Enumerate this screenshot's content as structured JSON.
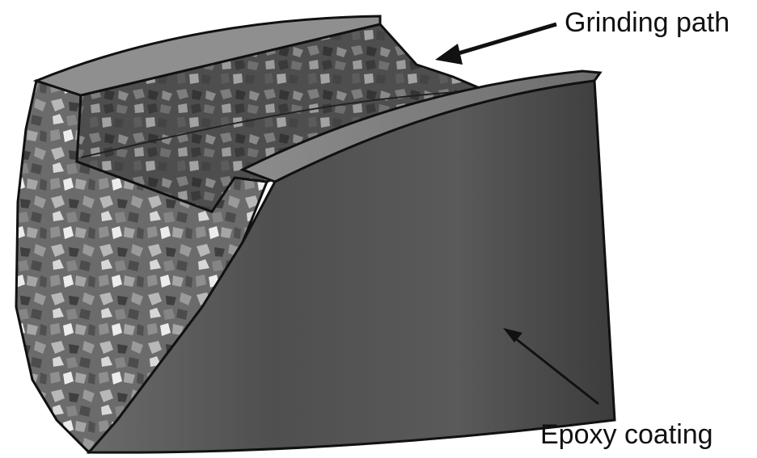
{
  "labels": {
    "grinding_path": "Grinding path",
    "epoxy_coating": "Epoxy coating"
  },
  "colors": {
    "aggregate_dark": "#4a4a4a",
    "aggregate_light": "#d6d6d6",
    "epoxy_face": "#555555",
    "epoxy_top": "#7a7a7a",
    "outline": "#111111",
    "arrow": "#111111"
  },
  "icons": {
    "arrow_grinding": "left-arrow",
    "arrow_epoxy": "up-left-arrow"
  }
}
